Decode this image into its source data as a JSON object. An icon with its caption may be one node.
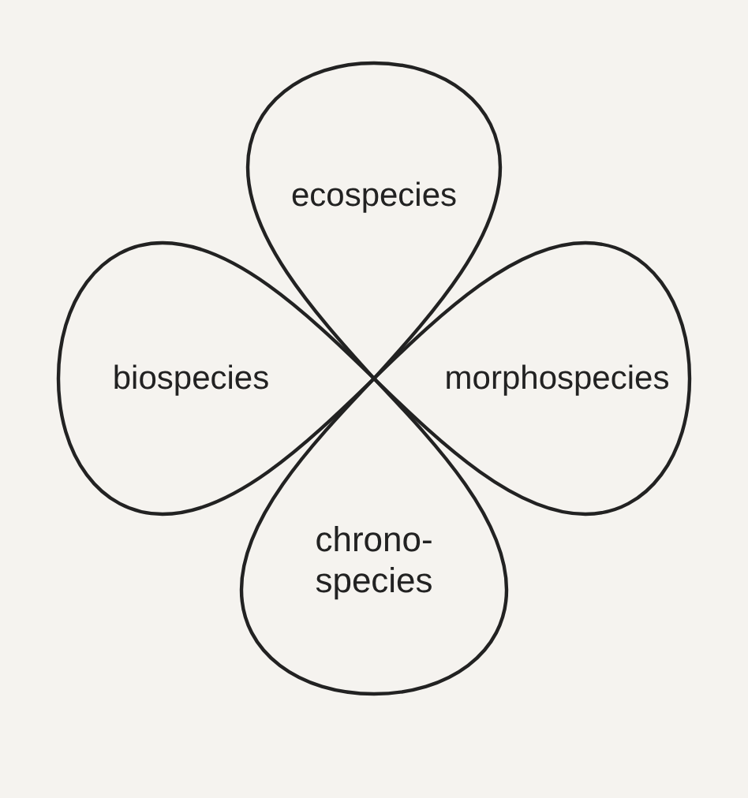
{
  "diagram": {
    "nodes": [
      {
        "text": [
          "ecospecies"
        ]
      },
      {
        "text": [
          "biospecies"
        ]
      },
      {
        "text": [
          "morphospecies"
        ]
      },
      {
        "text": [
          "chrono- species"
        ]
      }
    ]
  }
}
